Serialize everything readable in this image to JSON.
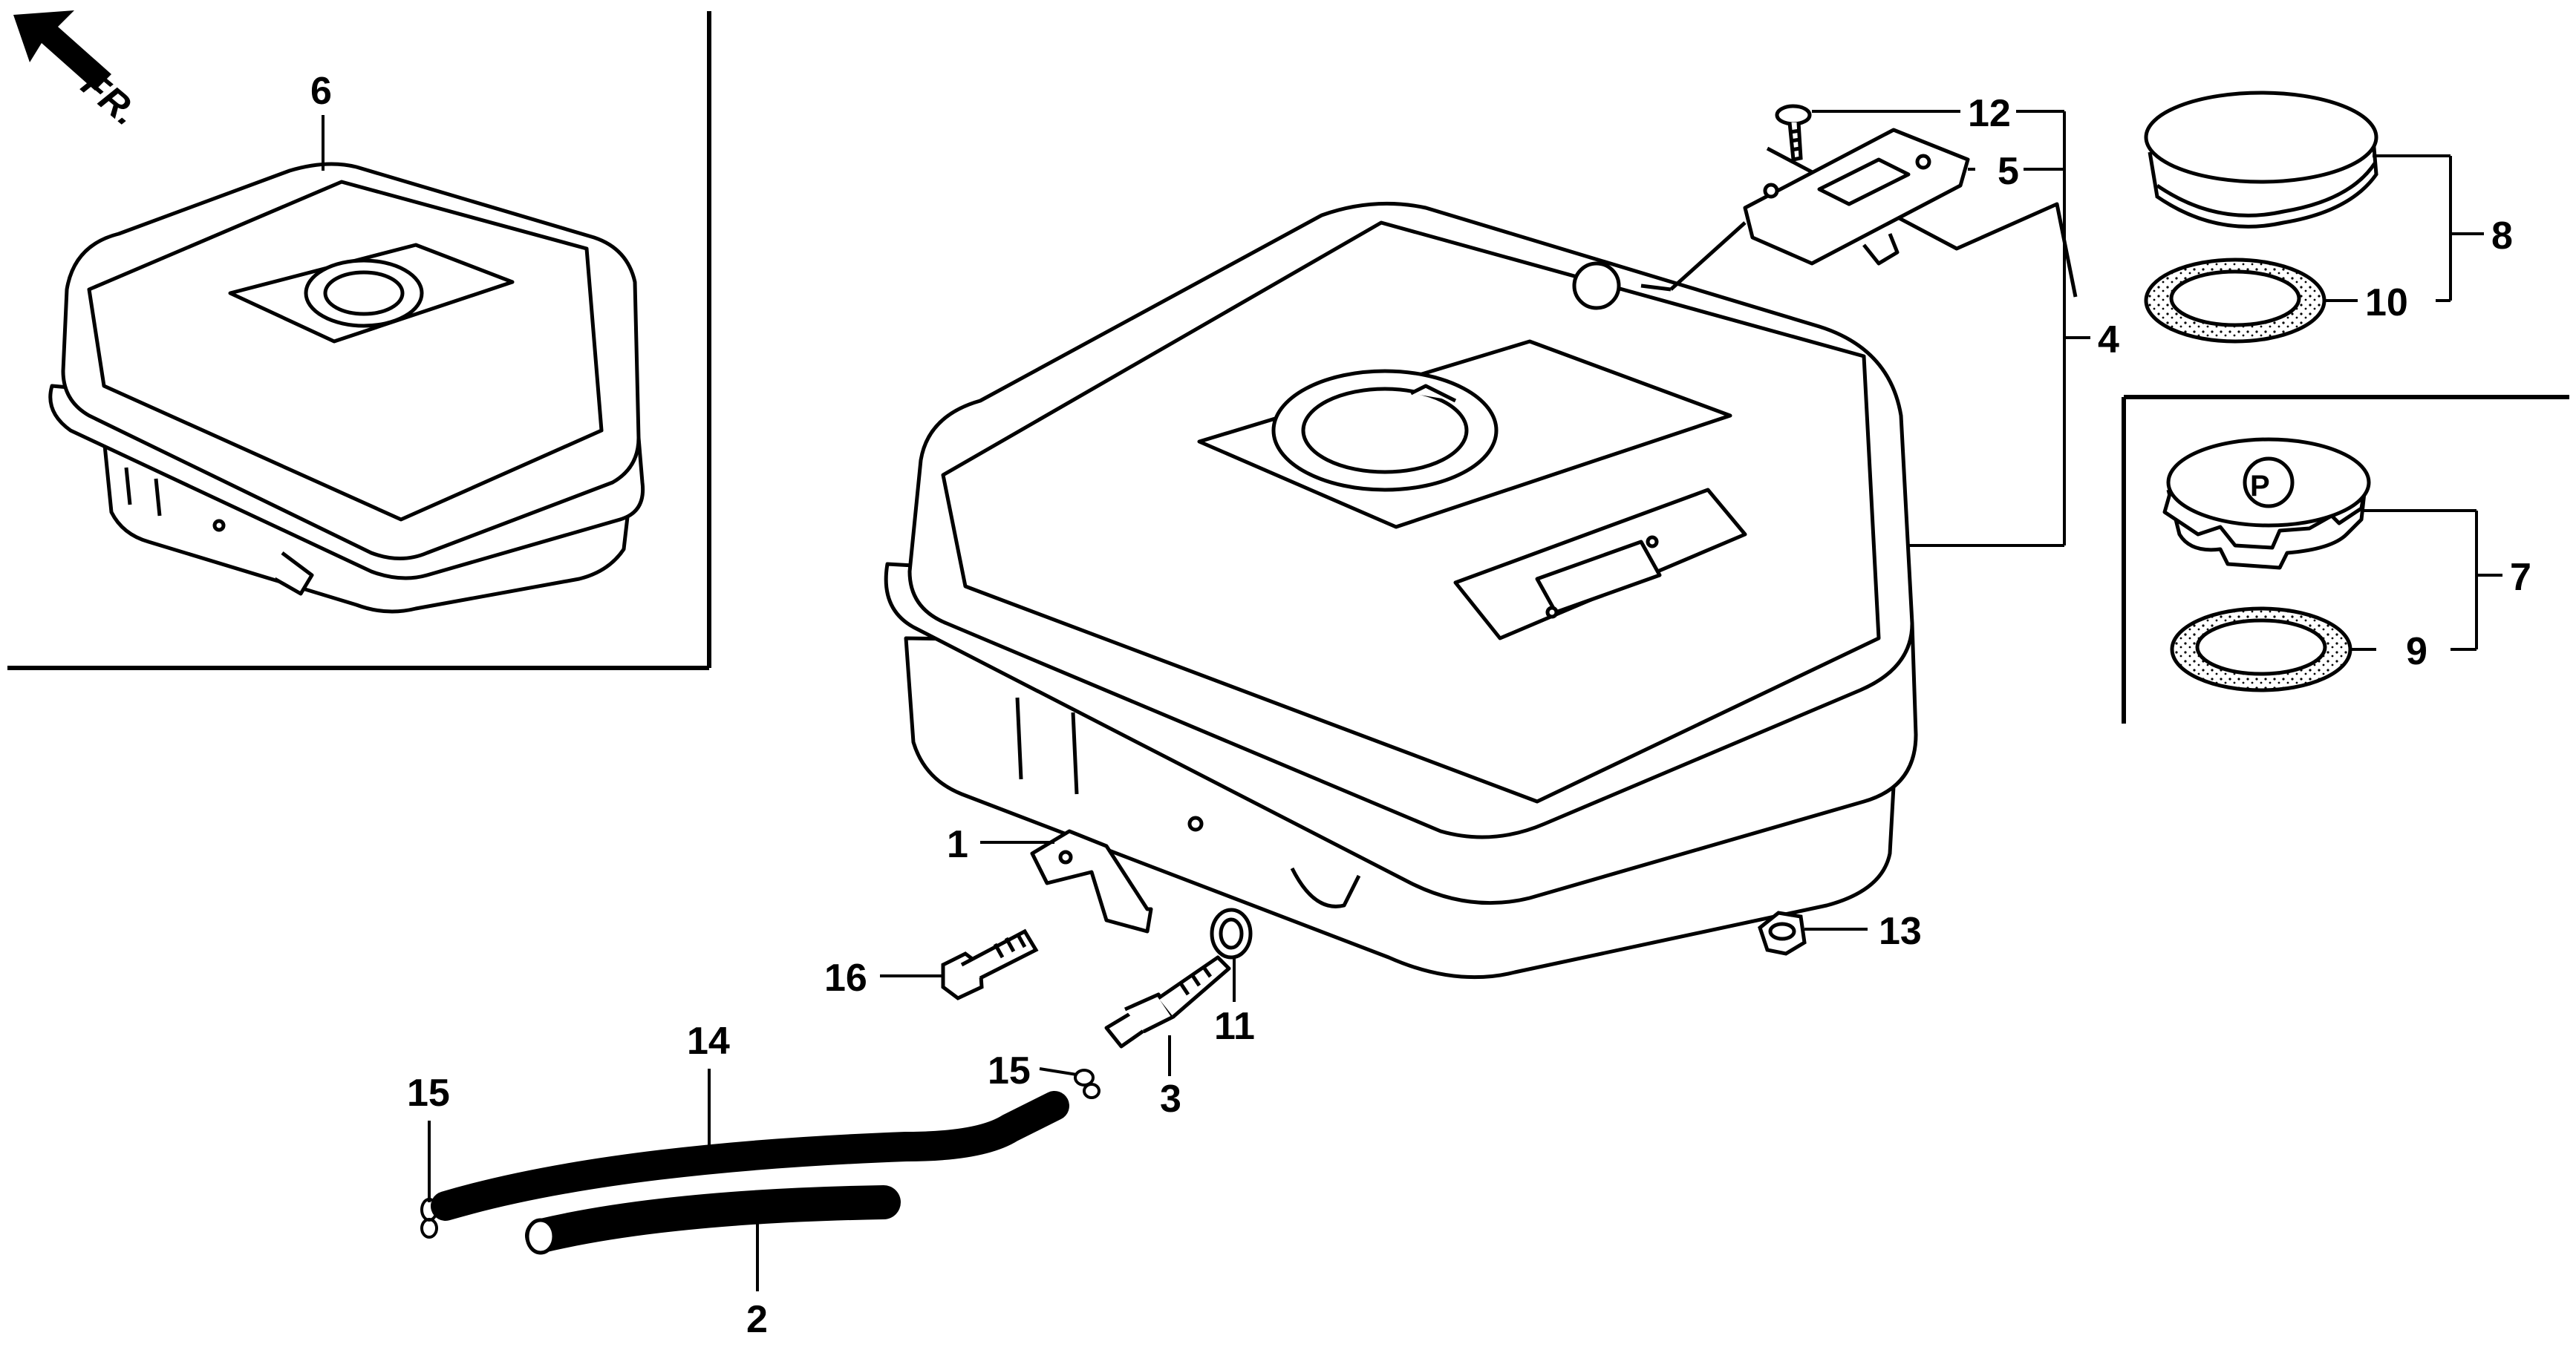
{
  "orientation": {
    "label": "FR."
  },
  "callouts": {
    "c1": "1",
    "c2": "2",
    "c3": "3",
    "c4": "4",
    "c5": "5",
    "c6": "6",
    "c7": "7",
    "c8": "8",
    "c9": "9",
    "c10": "10",
    "c11": "11",
    "c12": "12",
    "c13": "13",
    "c14": "14",
    "c15a": "15",
    "c15b": "15",
    "c16": "16"
  }
}
